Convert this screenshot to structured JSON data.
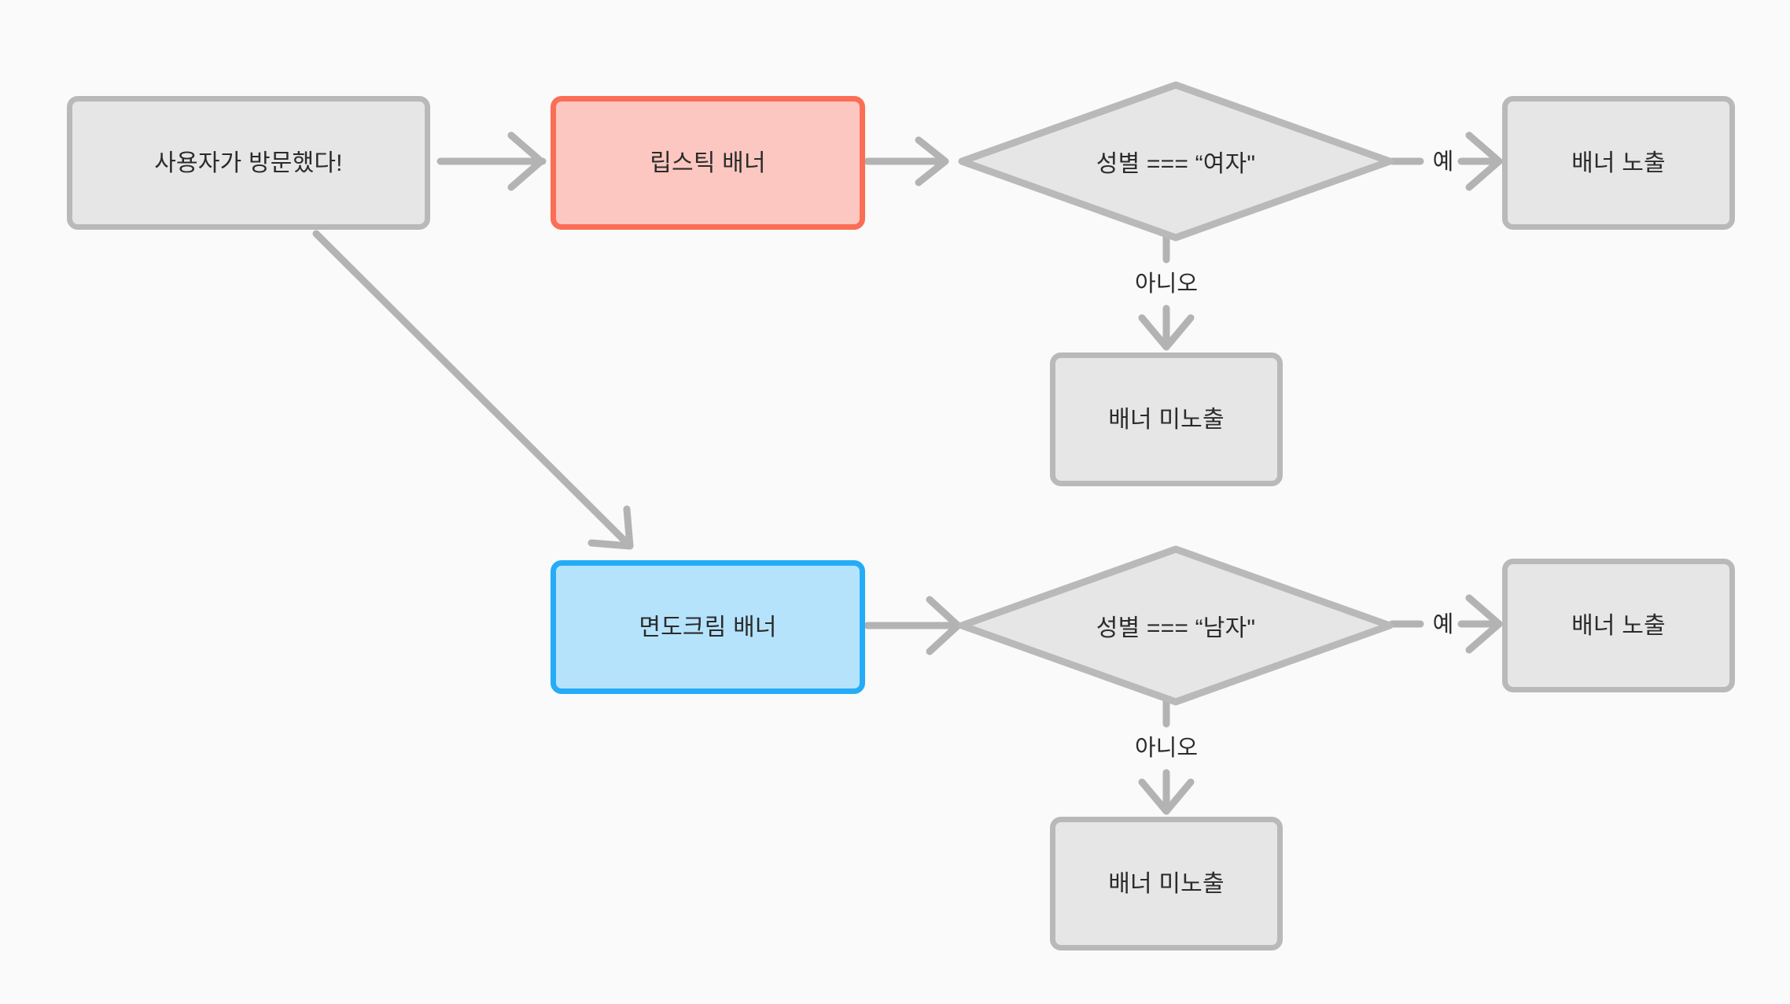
{
  "diagram": {
    "title": "banner-targeting-flowchart",
    "background_color": "#fafafa",
    "edge_color": "#b3b3b3",
    "text_color": "#2b2b2b",
    "palette": {
      "gray_fill": "#e6e6e6",
      "gray_border": "#b9b9b9",
      "red_fill": "#fcc7c0",
      "red_border": "#fb6e56",
      "blue_fill": "#b6e3fc",
      "blue_border": "#25acf7"
    }
  },
  "nodes": {
    "start": {
      "label": "사용자가 방문했다!",
      "style": "gray",
      "shape": "rounded-rect"
    },
    "lipstick_banner": {
      "label": "립스틱 배너",
      "style": "red",
      "shape": "rounded-rect"
    },
    "decision_female": {
      "label": "성별 === “여자\"",
      "style": "gray",
      "shape": "diamond"
    },
    "show_banner_top": {
      "label": "배너 노출",
      "style": "gray",
      "shape": "rounded-rect"
    },
    "hide_banner_top": {
      "label": "배너 미노출",
      "style": "gray",
      "shape": "rounded-rect"
    },
    "shaving_cream_banner": {
      "label": "면도크림 배너",
      "style": "blue",
      "shape": "rounded-rect"
    },
    "decision_male": {
      "label": "성별 === “남자\"",
      "style": "gray",
      "shape": "diamond"
    },
    "show_banner_bottom": {
      "label": "배너 노출",
      "style": "gray",
      "shape": "rounded-rect"
    },
    "hide_banner_bottom": {
      "label": "배너 미노출",
      "style": "gray",
      "shape": "rounded-rect"
    }
  },
  "edge_labels": {
    "yes_top": "예",
    "no_top": "아니오",
    "yes_bottom": "예",
    "no_bottom": "아니오"
  }
}
